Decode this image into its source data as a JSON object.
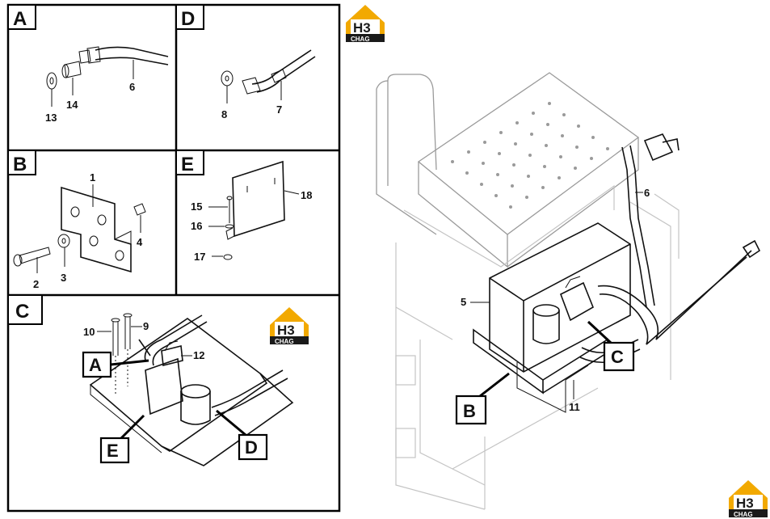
{
  "panels": {
    "A": {
      "letter": "A",
      "labels": [
        "13",
        "14",
        "6"
      ]
    },
    "D": {
      "letter": "D",
      "labels": [
        "8",
        "7"
      ]
    },
    "B": {
      "letter": "B",
      "labels": [
        "1",
        "2",
        "3",
        "4"
      ]
    },
    "E": {
      "letter": "E",
      "labels": [
        "15",
        "16",
        "17",
        "18"
      ]
    },
    "C": {
      "letter": "C",
      "labels": [
        "10",
        "9",
        "12"
      ],
      "callouts": [
        "A",
        "E",
        "D"
      ]
    }
  },
  "main_view": {
    "labels": [
      "5",
      "6",
      "11"
    ],
    "callouts": [
      "B",
      "C"
    ]
  },
  "logo": {
    "letters": "H3",
    "band": "CHAG",
    "color": "#f2a900",
    "dark": "#1a1a1a"
  }
}
